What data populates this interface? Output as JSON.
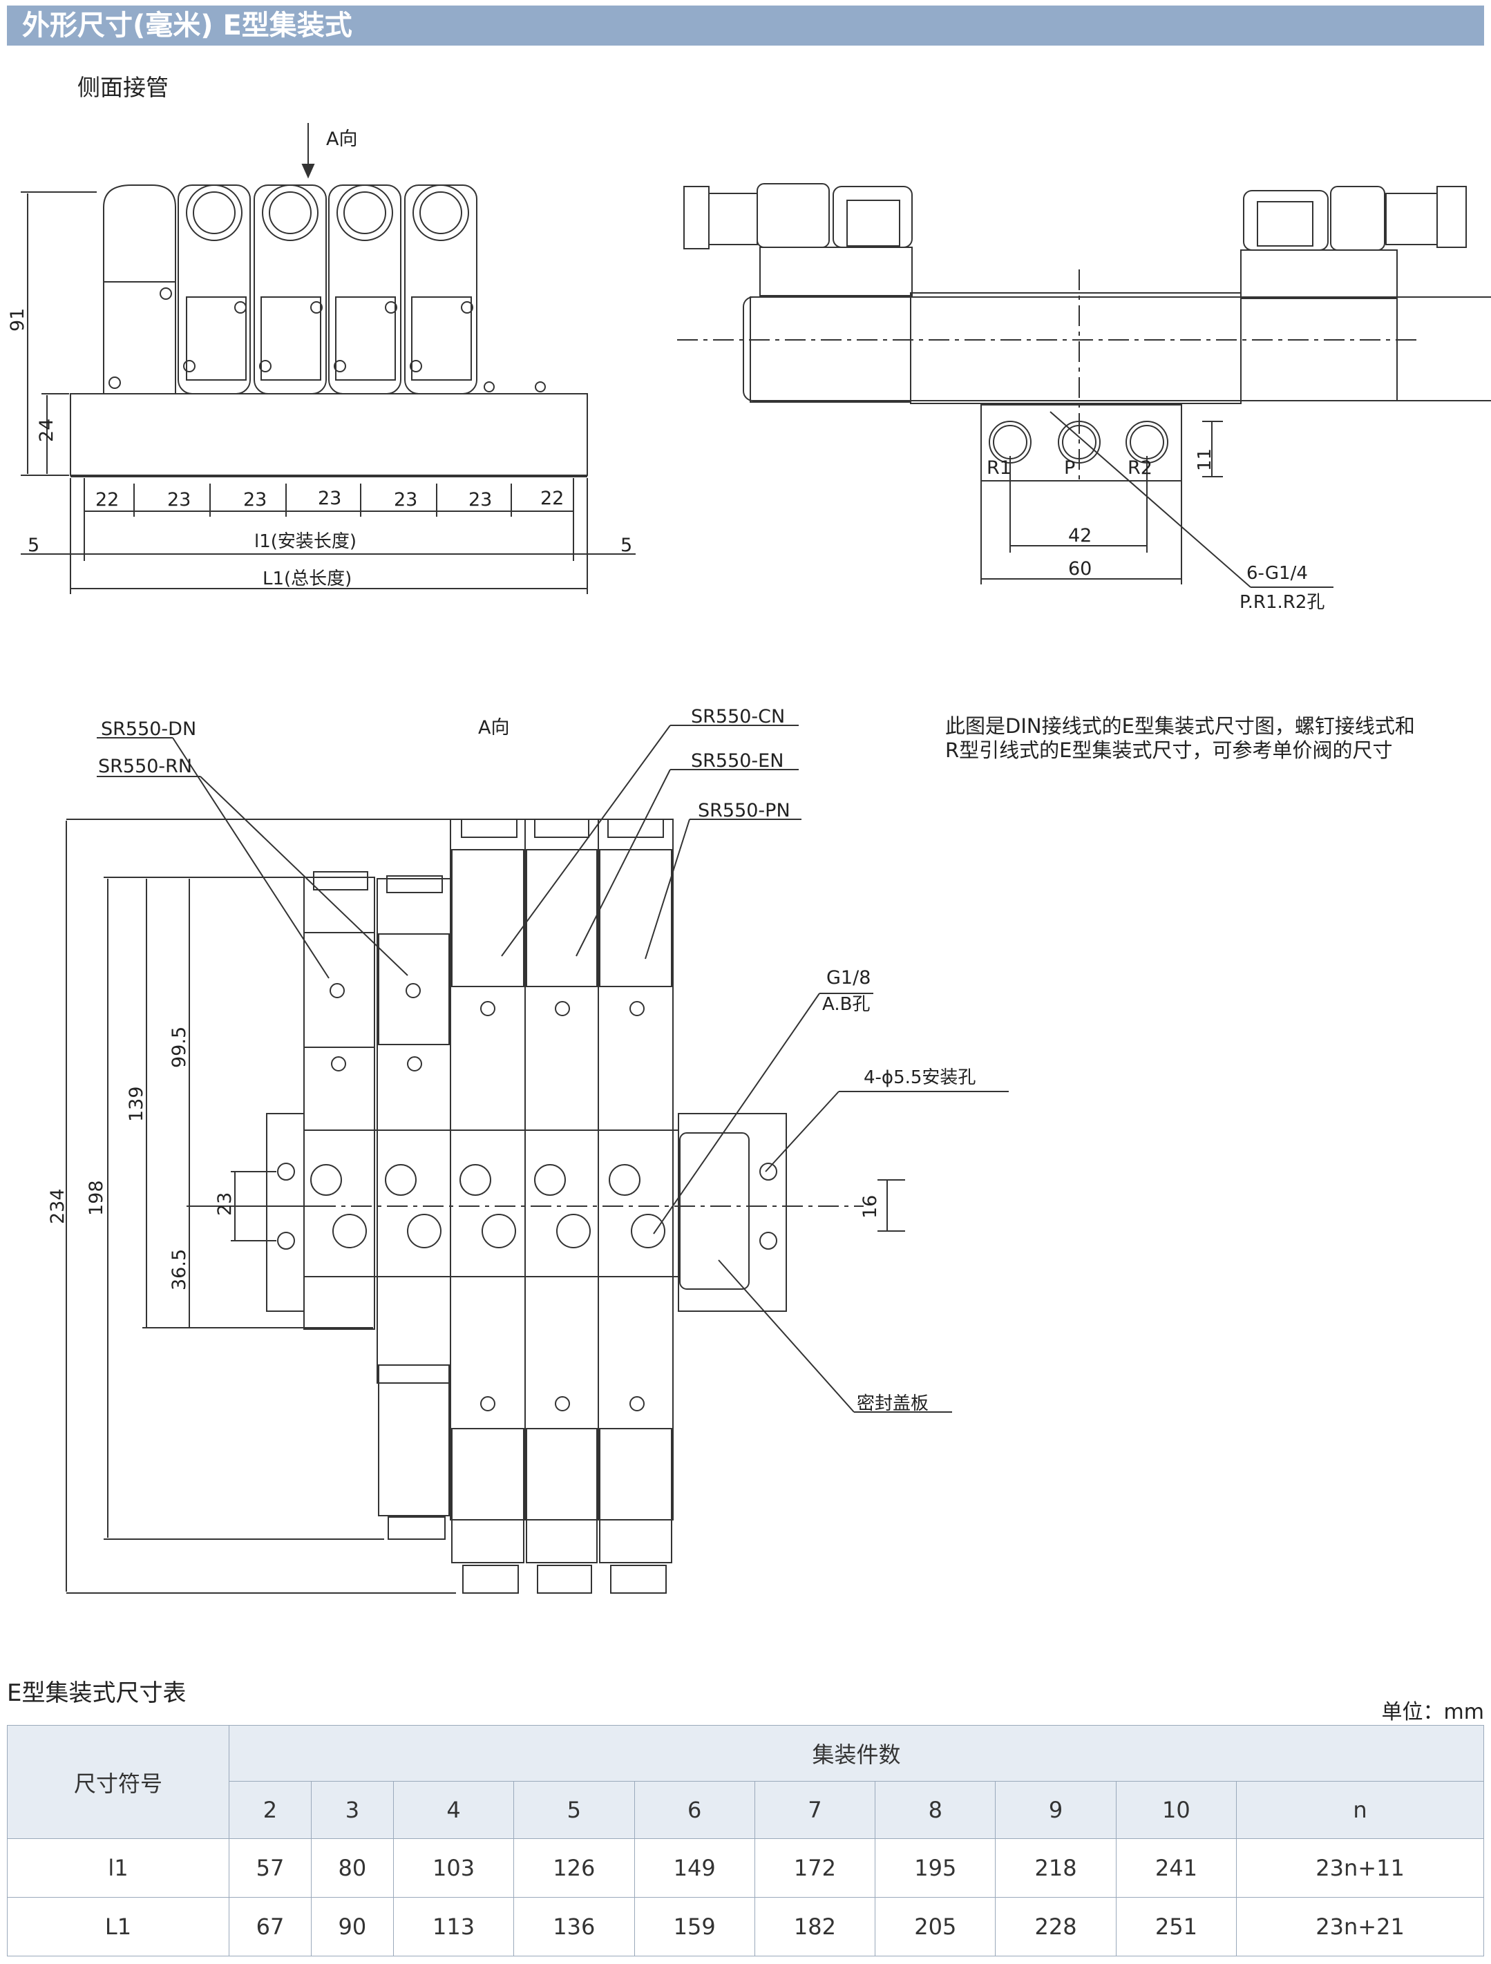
{
  "header": {
    "title": "外形尺寸(毫米)  E型集装式"
  },
  "side_view": {
    "label": "侧面接管",
    "direction_mark": "A向",
    "dim_91": "91",
    "dim_24": "24",
    "pitch_labels": [
      "22",
      "23",
      "23",
      "23",
      "23",
      "23",
      "22"
    ],
    "end_5_left": "5",
    "end_5_right": "5",
    "install_length": "l1(安装长度)",
    "total_length": "L1(总长度)"
  },
  "end_view": {
    "port_labels": [
      "R1",
      "P",
      "R2"
    ],
    "dim_11": "11",
    "dim_42": "42",
    "dim_60": "60",
    "callout_line1": "6-G1/4",
    "callout_line2": "P.R1.R2孔"
  },
  "top_view": {
    "direction_mark": "A向",
    "models": [
      "SR550-DN",
      "SR550-RN",
      "SR550-CN",
      "SR550-EN",
      "SR550-PN"
    ],
    "dims": {
      "d234": "234",
      "d198": "198",
      "d139": "139",
      "d99_5": "99.5",
      "d23": "23",
      "d36_5": "36.5",
      "d16": "16"
    },
    "callout_g18_line1": "G1/8",
    "callout_g18_line2": "A.B孔",
    "callout_holes": "4-ϕ5.5安装孔",
    "callout_cover": "密封盖板"
  },
  "note": "此图是DIN接线式的E型集装式尺寸图，螺钉接线式和R型引线式的E型集装式尺寸，可参考单价阀的尺寸",
  "table": {
    "title": "E型集装式尺寸表",
    "unit": "单位：mm",
    "symbol_header": "尺寸符号",
    "count_header": "集装件数",
    "columns": [
      "2",
      "3",
      "4",
      "5",
      "6",
      "7",
      "8",
      "9",
      "10",
      "n"
    ],
    "rows": [
      {
        "label": "l1",
        "values": [
          "57",
          "80",
          "103",
          "126",
          "149",
          "172",
          "195",
          "218",
          "241",
          "23n+11"
        ]
      },
      {
        "label": "L1",
        "values": [
          "67",
          "90",
          "113",
          "136",
          "159",
          "182",
          "205",
          "228",
          "251",
          "23n+21"
        ]
      }
    ]
  }
}
